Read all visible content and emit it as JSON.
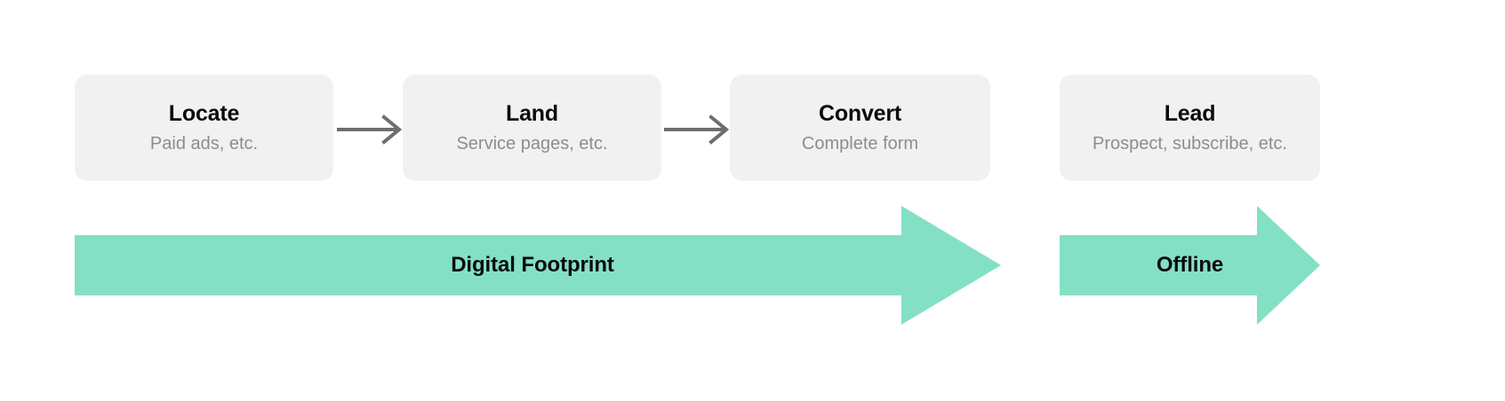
{
  "diagram": {
    "title": "Lead generation funnel: digital footprint to offline lead",
    "colors": {
      "background": "#ffffff",
      "card_background": "#f1f1f1",
      "card_title": "#0b0b0b",
      "card_subtitle": "#8d8d8d",
      "connector_arrow": "#6e6e6e",
      "block_arrow": "#83e0c5",
      "block_arrow_label": "#0b0b0b"
    },
    "stages": [
      {
        "title": "Locate",
        "subtitle": "Paid ads, etc."
      },
      {
        "title": "Land",
        "subtitle": "Service pages, etc."
      },
      {
        "title": "Convert",
        "subtitle": "Complete form"
      },
      {
        "title": "Lead",
        "subtitle": "Prospect, subscribe, etc."
      }
    ],
    "connectors": [
      {
        "icon": "arrow-right-icon",
        "from": "Locate",
        "to": "Land"
      },
      {
        "icon": "arrow-right-icon",
        "from": "Land",
        "to": "Convert"
      }
    ],
    "phases": [
      {
        "label": "Digital Footprint",
        "covers": [
          "Locate",
          "Land",
          "Convert"
        ]
      },
      {
        "label": "Offline",
        "covers": [
          "Lead"
        ]
      }
    ]
  }
}
